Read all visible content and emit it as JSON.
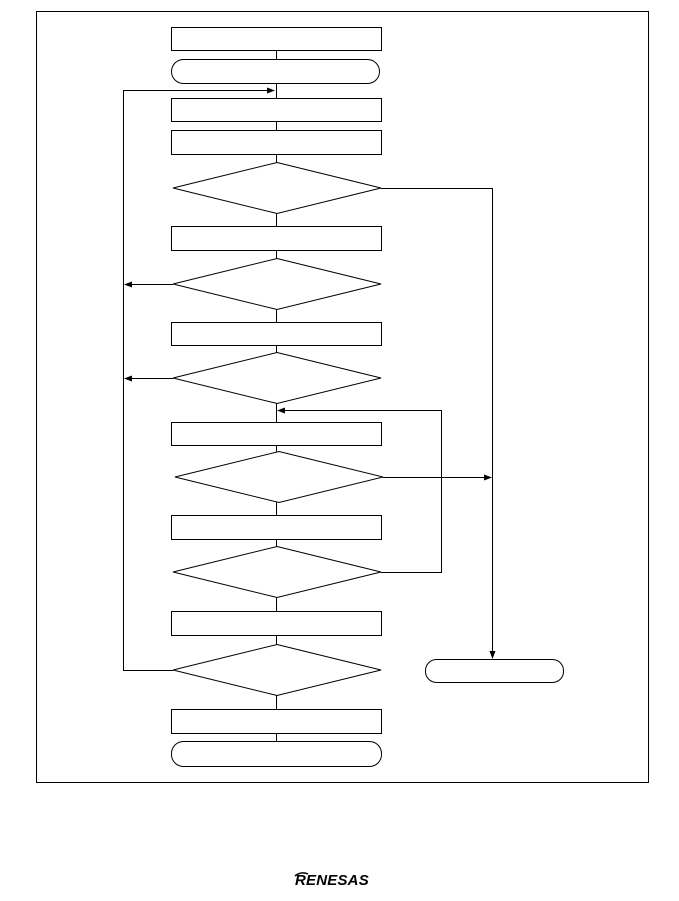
{
  "flowchart": {
    "nodes": [
      {
        "id": "n1",
        "shape": "rect",
        "text": ""
      },
      {
        "id": "n2",
        "shape": "terminal",
        "text": ""
      },
      {
        "id": "n3",
        "shape": "rect",
        "text": ""
      },
      {
        "id": "n4",
        "shape": "rect",
        "text": ""
      },
      {
        "id": "d1",
        "shape": "decision",
        "text": ""
      },
      {
        "id": "n5",
        "shape": "rect",
        "text": ""
      },
      {
        "id": "d2",
        "shape": "decision",
        "text": ""
      },
      {
        "id": "n6",
        "shape": "rect",
        "text": ""
      },
      {
        "id": "d3",
        "shape": "decision",
        "text": ""
      },
      {
        "id": "n7",
        "shape": "rect",
        "text": ""
      },
      {
        "id": "d4",
        "shape": "decision",
        "text": ""
      },
      {
        "id": "n8",
        "shape": "rect",
        "text": ""
      },
      {
        "id": "d5",
        "shape": "decision",
        "text": ""
      },
      {
        "id": "n9",
        "shape": "rect",
        "text": ""
      },
      {
        "id": "d6",
        "shape": "decision",
        "text": ""
      },
      {
        "id": "n10",
        "shape": "rect",
        "text": ""
      },
      {
        "id": "t_end",
        "shape": "terminal",
        "text": ""
      },
      {
        "id": "t_err",
        "shape": "terminal",
        "text": ""
      }
    ]
  },
  "logo": {
    "text": "RENESAS",
    "color": "#000000"
  }
}
